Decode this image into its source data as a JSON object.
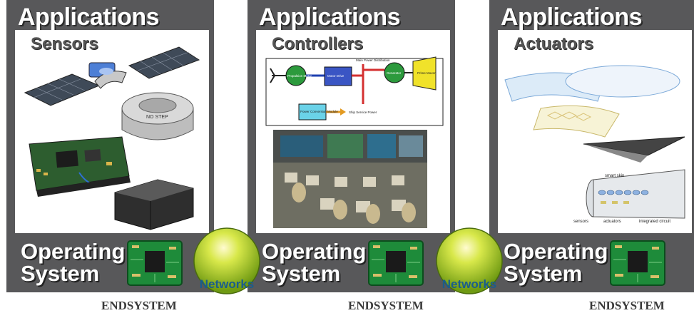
{
  "panels": [
    {
      "title": "Applications",
      "subtitle": "Sensors",
      "os_line1": "Operating",
      "os_line2": "System",
      "footer": "ENDSYSTEM"
    },
    {
      "title": "Applications",
      "subtitle": "Controllers",
      "os_line1": "Operating",
      "os_line2": "System",
      "footer": "ENDSYSTEM"
    },
    {
      "title": "Applications",
      "subtitle": "Actuators",
      "os_line1": "Operating",
      "os_line2": "System",
      "footer": "ENDSYSTEM"
    }
  ],
  "networks": [
    "Networks",
    "Networks"
  ],
  "sensors": {
    "dome_label": "NO STEP"
  },
  "controllers_diagram": {
    "blocks": [
      "Propulsion Motor",
      "Motor Drive",
      "Main Power Distribution",
      "Generator",
      "Prime Mover",
      "Power Conversion Module",
      "Ship Service Power"
    ]
  },
  "actuators": {
    "labels": [
      "smart skin",
      "sensors",
      "actuators",
      "integrated circuit"
    ]
  },
  "colors": {
    "panel": "#58585a",
    "globe": "#b7d61f",
    "chip": "#1e8b3a",
    "network_text": "#1a5d8c"
  }
}
